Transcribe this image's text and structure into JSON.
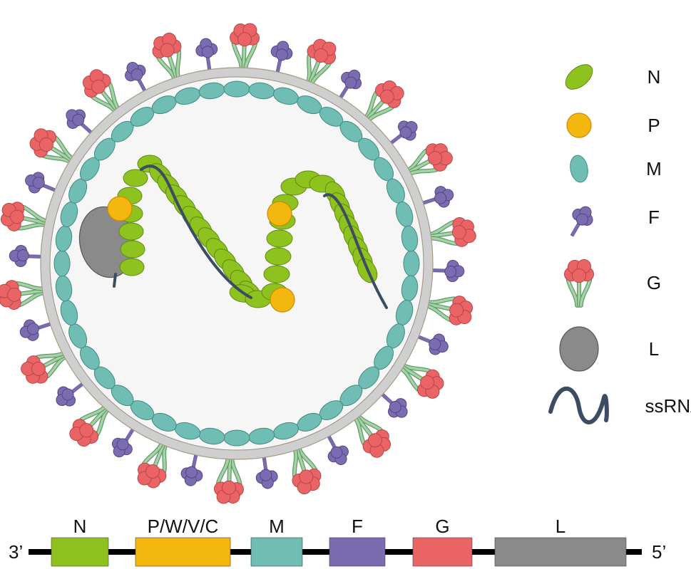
{
  "colors": {
    "N": "#8dc21f",
    "P": "#f4b70f",
    "M": "#6fbdb3",
    "F": "#7b6cb1",
    "G": "#ea6466",
    "L": "#8a8a8a",
    "ssRNA": "#3c4d62",
    "envelope": "#cfcfcf",
    "interior": "#f6f6f6",
    "stalk": "#a6d3a6"
  },
  "legend": [
    {
      "key": "N",
      "label": "N",
      "icon": "n-protein-icon"
    },
    {
      "key": "P",
      "label": "P",
      "icon": "p-protein-icon"
    },
    {
      "key": "M",
      "label": "M",
      "icon": "m-protein-icon"
    },
    {
      "key": "F",
      "label": "F",
      "icon": "f-glycoprotein-icon"
    },
    {
      "key": "G",
      "label": "G",
      "icon": "g-glycoprotein-icon"
    },
    {
      "key": "L",
      "label": "L",
      "icon": "l-polymerase-icon"
    },
    {
      "key": "ssRNA",
      "label": "ssRNA",
      "icon": "ssrna-icon"
    }
  ],
  "genome": {
    "left_end": "3’",
    "right_end": "5’",
    "genes": [
      {
        "key": "N",
        "label": "N"
      },
      {
        "key": "P",
        "label": "P/W/V/C"
      },
      {
        "key": "M",
        "label": "M"
      },
      {
        "key": "F",
        "label": "F"
      },
      {
        "key": "G",
        "label": "G"
      },
      {
        "key": "L",
        "label": "L"
      }
    ]
  }
}
